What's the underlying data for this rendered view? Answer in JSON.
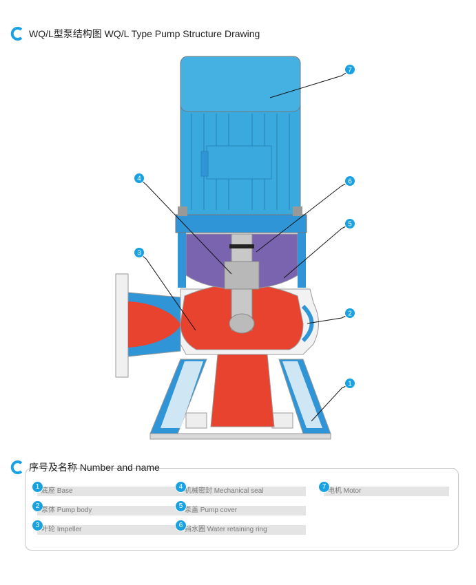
{
  "header": {
    "title": "WQ/L型泵结构图 WQ/L Type Pump Structure Drawing"
  },
  "diagram": {
    "callouts": [
      "1",
      "2",
      "3",
      "4",
      "5",
      "6",
      "7"
    ]
  },
  "legend": {
    "title": "序号及名称 Number and name",
    "items": [
      {
        "num": "1",
        "label": "底座 Base"
      },
      {
        "num": "2",
        "label": "泵体 Pump body"
      },
      {
        "num": "3",
        "label": "叶轮 Impeller"
      },
      {
        "num": "4",
        "label": "机械密封 Mechanical seal"
      },
      {
        "num": "5",
        "label": "泵盖 Pump cover"
      },
      {
        "num": "6",
        "label": "挡水圈 Water retaining ring"
      },
      {
        "num": "7",
        "label": "电机 Motor"
      }
    ]
  },
  "colors": {
    "accent": "#1aa1e2",
    "motor": "#3aa9de",
    "casing": "#e8432f",
    "cover": "#7a64b0"
  }
}
